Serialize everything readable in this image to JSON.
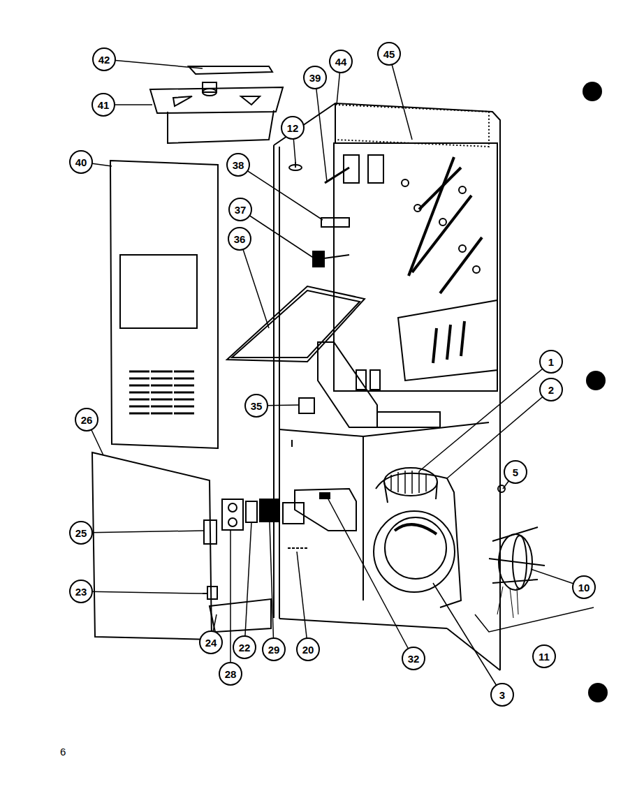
{
  "diagram": {
    "nodes": [
      {
        "text": [
          "45"
        ]
      },
      {
        "text": [
          "44"
        ]
      },
      {
        "text": [
          "42"
        ]
      },
      {
        "text": [
          "39"
        ]
      },
      {
        "text": [
          "41"
        ]
      },
      {
        "text": [
          "12"
        ]
      },
      {
        "text": [
          "40"
        ]
      },
      {
        "text": [
          "38"
        ]
      },
      {
        "text": [
          "37"
        ]
      },
      {
        "text": [
          "36"
        ]
      },
      {
        "text": [
          "1"
        ]
      },
      {
        "text": [
          "2"
        ]
      },
      {
        "text": [
          "35"
        ]
      },
      {
        "text": [
          "26"
        ]
      },
      {
        "text": [
          "5"
        ]
      },
      {
        "text": [
          "25"
        ]
      },
      {
        "text": [
          "10"
        ]
      },
      {
        "text": [
          "23"
        ]
      },
      {
        "text": [
          "24"
        ]
      },
      {
        "text": [
          "22"
        ]
      },
      {
        "text": [
          "29"
        ]
      },
      {
        "text": [
          "20"
        ]
      },
      {
        "text": [
          "11"
        ]
      },
      {
        "text": [
          "32"
        ]
      },
      {
        "text": [
          "28"
        ]
      },
      {
        "text": [
          "3"
        ]
      }
    ],
    "labels": [
      "6"
    ]
  }
}
